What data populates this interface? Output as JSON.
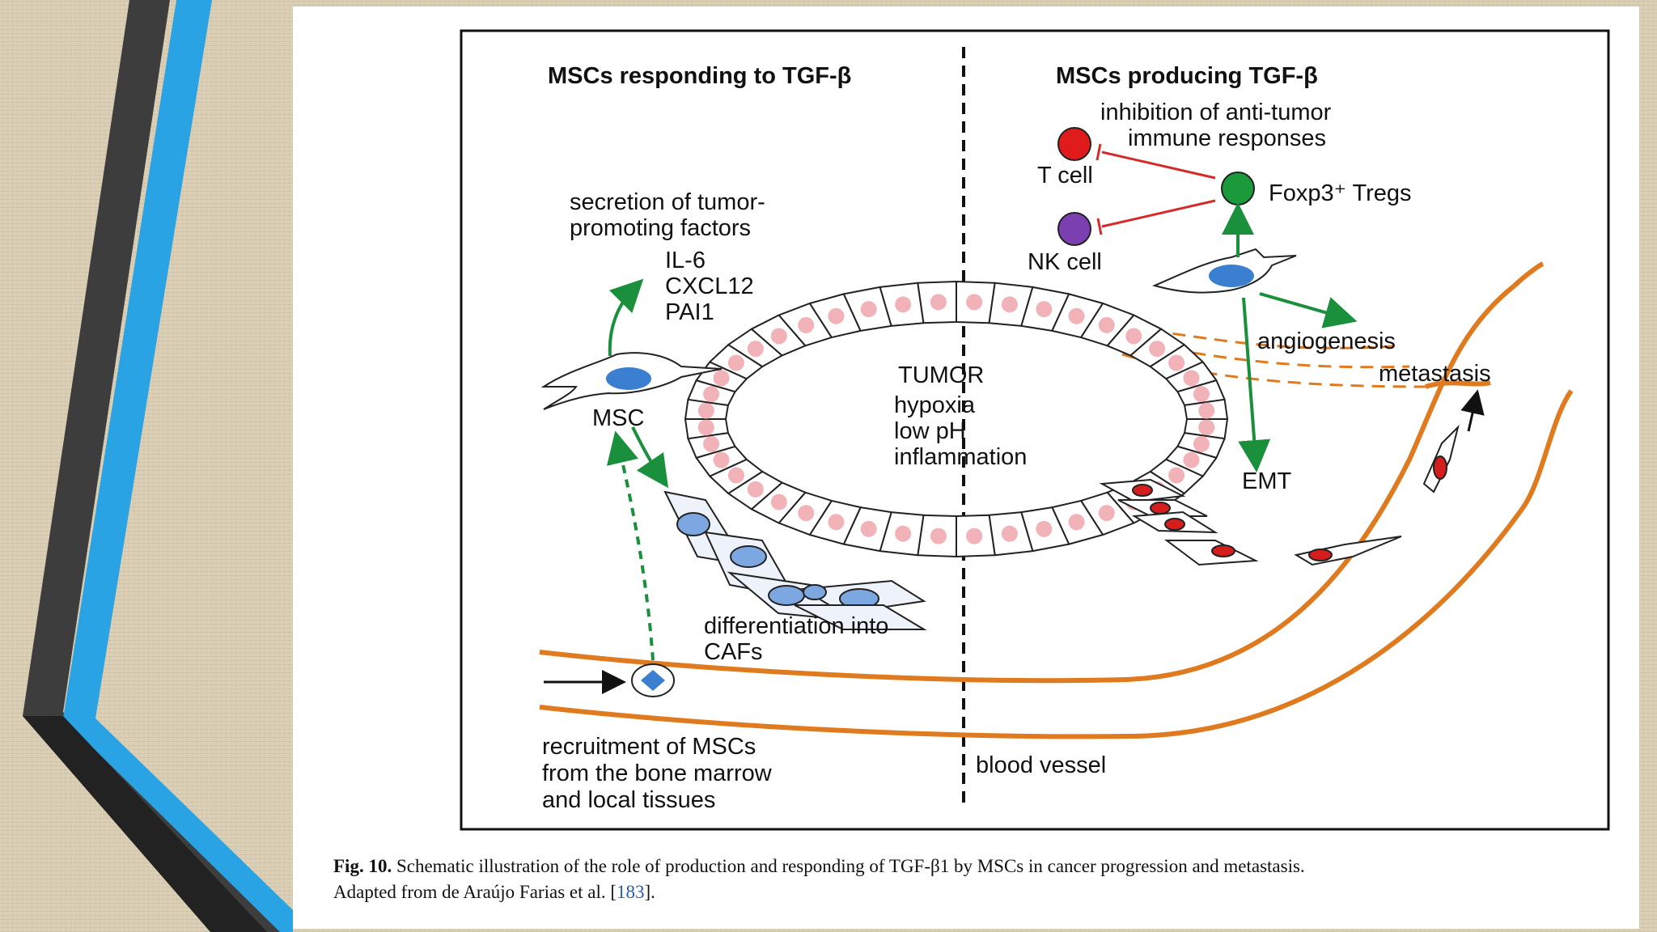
{
  "figure": {
    "left_heading": "MSCs responding to TGF-β",
    "right_heading": "MSCs producing TGF-β",
    "inhibition": [
      "inhibition of anti-tumor",
      "immune responses"
    ],
    "t_cell": "T cell",
    "nk_cell": "NK cell",
    "tregs": "Foxp3⁺ Tregs",
    "secretion": [
      "secretion of tumor-",
      "promoting factors"
    ],
    "factors": [
      "IL-6",
      "CXCL12",
      "PAI1"
    ],
    "msc": "MSC",
    "tumor": [
      "TUMOR",
      "hypoxia",
      "low pH",
      "inflammation"
    ],
    "angiogenesis": "angiogenesis",
    "metastasis": "metastasis",
    "emt": "EMT",
    "differentiation": [
      "differentiation into",
      "CAFs"
    ],
    "recruitment": [
      "recruitment of MSCs",
      "from the bone marrow",
      "and local tissues"
    ],
    "blood_vessel": "blood vessel"
  },
  "caption": {
    "label": "Fig. 10.",
    "text": "Schematic illustration of the role of production and responding of TGF-β1 by MSCs in cancer progression and metastasis.",
    "adapted": "Adapted from de Araújo Farias et al. [",
    "ref": "183",
    "end": "]."
  },
  "colors": {
    "vessel": "#e07a1f",
    "arrow_green": "#1a8f3c",
    "inhibit_red": "#d42a2a",
    "msc_blue": "#3a7fd0",
    "t_cell": "#e01b1b",
    "nk_cell": "#7b3fb0",
    "treg": "#1a9a3a",
    "slide_blue": "#29a3e3",
    "slide_dark": "#3d3d3d"
  }
}
